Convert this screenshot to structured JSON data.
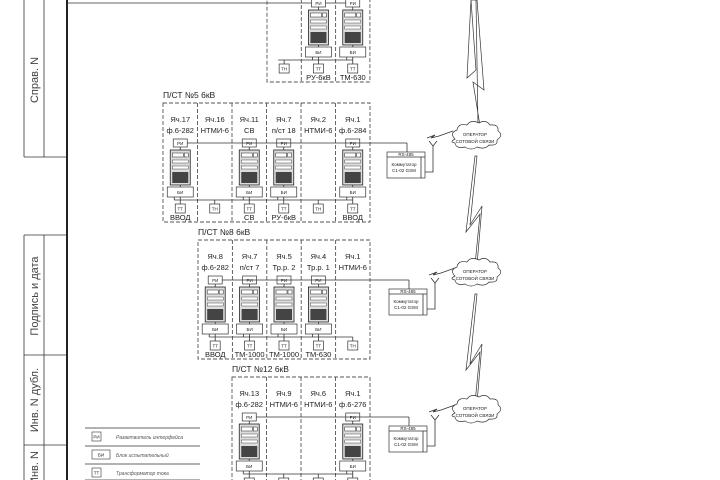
{
  "stamp": {
    "ref_no": "Справ. N",
    "sign_date": "Подпись и дата",
    "inv_dup": "Инв. N дубл.",
    "inv_no": "Инв. N"
  },
  "cloud_label": [
    "ОПЕРАТОР",
    "СОТОВОЙ СВЯЗИ"
  ],
  "switch": {
    "header": "RS-485",
    "line1": "Коммутатор",
    "line2": "C1-02 GSM"
  },
  "ru_label": "РИ",
  "bi_label": "БИ",
  "substations": [
    {
      "id": "top",
      "title": "",
      "partial": true,
      "cells": [
        {
          "name": "",
          "feeder": "",
          "type": "TH",
          "tt": "ТН",
          "bottom": ""
        },
        {
          "name": "",
          "feeder": "",
          "type": "meter",
          "tt": "ТТ",
          "bottom": "РУ-6кВ"
        },
        {
          "name": "",
          "feeder": "",
          "type": "meter",
          "tt": "ТТ",
          "bottom": "ТМ-630"
        }
      ]
    },
    {
      "id": "ps5",
      "title": "П/СТ №5  6кВ",
      "cells": [
        {
          "name": "Яч.17",
          "feeder": "ф.6-282",
          "type": "meter",
          "tt": "ТТ",
          "bottom": "ВВОД"
        },
        {
          "name": "Яч.16",
          "feeder": "НТМИ-6",
          "type": "TH",
          "tt": "ТН",
          "bottom": ""
        },
        {
          "name": "Яч.11",
          "feeder": "СВ",
          "type": "meter",
          "tt": "ТТ",
          "bottom": "СВ"
        },
        {
          "name": "Яч.7",
          "feeder": "п/ст 18",
          "type": "meter",
          "tt": "ТТ",
          "bottom": "РУ-6кВ"
        },
        {
          "name": "Яч.2",
          "feeder": "НТМИ-6",
          "type": "TH",
          "tt": "ТН",
          "bottom": ""
        },
        {
          "name": "Яч.1",
          "feeder": "ф.6-284",
          "type": "meter",
          "tt": "ТТ",
          "bottom": "ВВОД"
        }
      ]
    },
    {
      "id": "ps8",
      "title": "П/СТ №8  6кВ",
      "cells": [
        {
          "name": "Яч.8",
          "feeder": "ф.6-282",
          "type": "meter",
          "tt": "ТТ",
          "bottom": "ВВОД"
        },
        {
          "name": "Яч.7",
          "feeder": "п/ст 7",
          "type": "meter",
          "tt": "ТТ",
          "bottom": "ТМ-1000"
        },
        {
          "name": "Яч.5",
          "feeder": "Тр.р. 2",
          "type": "meter",
          "tt": "ТТ",
          "bottom": "ТМ-1000"
        },
        {
          "name": "Яч.4",
          "feeder": "Тр.р. 1",
          "type": "meter",
          "tt": "ТТ",
          "bottom": "ТМ-630"
        },
        {
          "name": "Яч.1",
          "feeder": "НТМИ-6",
          "type": "TH",
          "tt": "ТН",
          "bottom": ""
        }
      ]
    },
    {
      "id": "ps12",
      "title": "П/СТ №12  6кВ",
      "cells": [
        {
          "name": "Яч.13",
          "feeder": "ф.6-282",
          "type": "meter",
          "tt": "ТТ",
          "bottom": ""
        },
        {
          "name": "Яч.9",
          "feeder": "НТМИ-6",
          "type": "TH",
          "tt": "ТН",
          "bottom": ""
        },
        {
          "name": "Яч.6",
          "feeder": "НТМИ-6",
          "type": "TH",
          "tt": "ТН",
          "bottom": ""
        },
        {
          "name": "Яч.1",
          "feeder": "ф.6-276",
          "type": "meter",
          "tt": "ТТ",
          "bottom": ""
        }
      ]
    }
  ],
  "legend": [
    {
      "symbol": "РИ",
      "text": "Разветвитель интерфейса"
    },
    {
      "symbol": "БИ",
      "text": "Блок испытательный"
    },
    {
      "symbol": "ТТ",
      "text": "Трансформатор тока"
    }
  ]
}
